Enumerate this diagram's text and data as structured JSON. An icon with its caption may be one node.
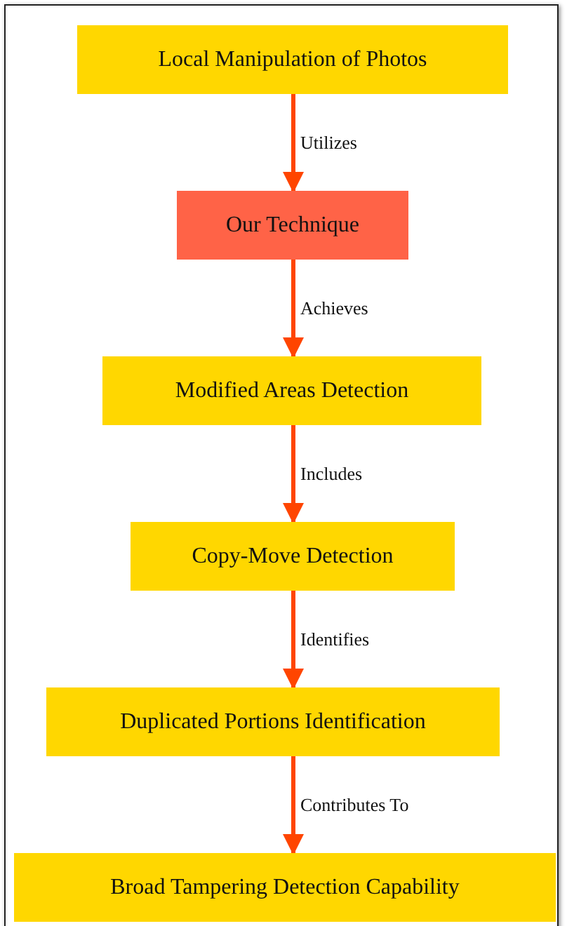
{
  "diagram": {
    "nodes": [
      {
        "text": [
          "Local Manipulation of Photos"
        ]
      },
      {
        "text": [
          "Our Technique"
        ]
      },
      {
        "text": [
          "Modified Areas Detection"
        ]
      },
      {
        "text": [
          "Copy-Move Detection"
        ]
      },
      {
        "text": [
          "Duplicated Portions Identification"
        ]
      },
      {
        "text": [
          "Broad Tampering Detection Capability"
        ]
      }
    ],
    "edges": [
      {
        "from": 0,
        "to": 1,
        "arrow": "to",
        "label": "Utilizes"
      },
      {
        "from": 1,
        "to": 2,
        "arrow": "to",
        "label": "Achieves"
      },
      {
        "from": 2,
        "to": 3,
        "arrow": "to",
        "label": "Includes"
      },
      {
        "from": 3,
        "to": 4,
        "arrow": "to",
        "label": "Identifies"
      },
      {
        "from": 4,
        "to": 5,
        "arrow": "to",
        "label": "Contributes To"
      }
    ]
  }
}
